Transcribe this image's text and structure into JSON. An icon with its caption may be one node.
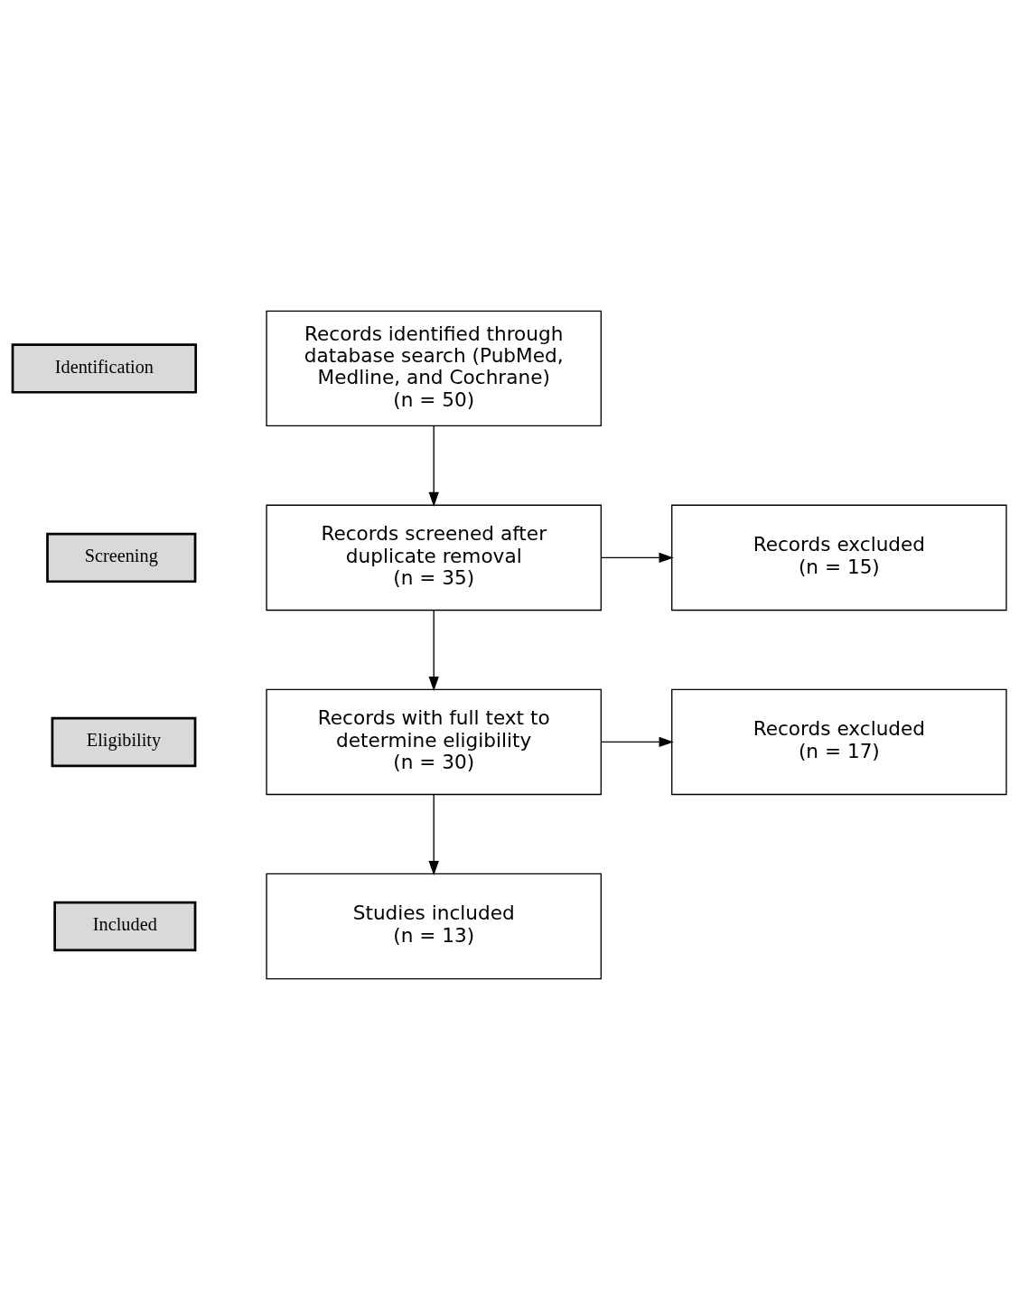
{
  "diagram": {
    "nodes": [
      {
        "text": [
          "Identification"
        ]
      },
      {
        "text": [
          "Records identified through database search (PubMed, Medline, and Cochrane)",
          "(n = 50)"
        ]
      },
      {
        "text": [
          "Screening"
        ]
      },
      {
        "text": [
          "Records screened after duplicate removal",
          "(n = 35)"
        ]
      },
      {
        "text": [
          "Records excluded",
          "(n = 15)"
        ]
      },
      {
        "text": [
          "Eligibility"
        ]
      },
      {
        "text": [
          "Records with full text to determine eligibility",
          "(n = 30)"
        ]
      },
      {
        "text": [
          "Records excluded",
          "(n = 17)"
        ]
      },
      {
        "text": [
          "Included"
        ]
      },
      {
        "text": [
          "Studies included",
          "(n = 13)"
        ]
      }
    ],
    "edges": [
      {
        "from": 1,
        "to": 3,
        "arrow": "to"
      },
      {
        "from": 3,
        "to": 4,
        "arrow": "to"
      },
      {
        "from": 3,
        "to": 6,
        "arrow": "to"
      },
      {
        "from": 6,
        "to": 7,
        "arrow": "to"
      },
      {
        "from": 6,
        "to": 9,
        "arrow": "to"
      }
    ]
  }
}
